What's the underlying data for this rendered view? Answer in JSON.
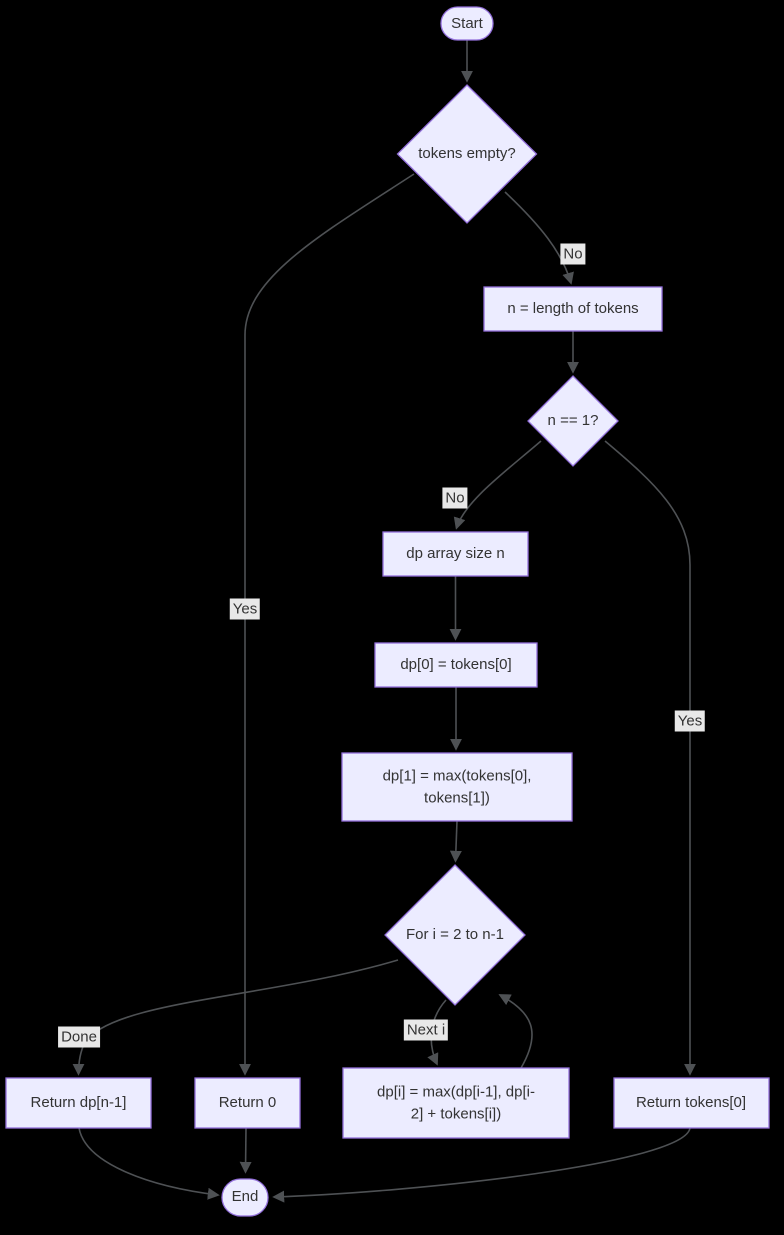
{
  "diagram": {
    "background": "#000000",
    "node_fill": "#ECECFF",
    "node_border": "#9370DB",
    "edge_color": "#4e5154",
    "label_bg": "#e8e8e8",
    "text_color": "#333333"
  },
  "nodes": {
    "start": {
      "type": "stadium",
      "label": "Start"
    },
    "check_empty": {
      "type": "diamond",
      "label": "tokens empty?"
    },
    "n_length": {
      "type": "rect",
      "label": "n = length of tokens"
    },
    "check_n1": {
      "type": "diamond",
      "label": "n == 1?"
    },
    "dp_array": {
      "type": "rect",
      "label": "dp array size n"
    },
    "dp0": {
      "type": "rect",
      "label": "dp[0] = tokens[0]"
    },
    "dp1": {
      "type": "rect",
      "lines": [
        "dp[1] = max(tokens[0],",
        "tokens[1])"
      ]
    },
    "loop": {
      "type": "diamond",
      "label": "For i = 2 to n-1"
    },
    "dp_i": {
      "type": "rect",
      "lines": [
        "dp[i] = max(dp[i-1], dp[i-",
        "2] + tokens[i])"
      ]
    },
    "return_dp": {
      "type": "rect",
      "label": "Return dp[n-1]"
    },
    "return_0": {
      "type": "rect",
      "label": "Return 0"
    },
    "return_tokens": {
      "type": "rect",
      "label": "Return tokens[0]"
    },
    "end": {
      "type": "stadium",
      "label": "End"
    }
  },
  "edge_labels": {
    "no_empty": "No",
    "yes_empty": "Yes",
    "no_n1": "No",
    "yes_n1": "Yes",
    "next_i": "Next i",
    "done": "Done"
  }
}
